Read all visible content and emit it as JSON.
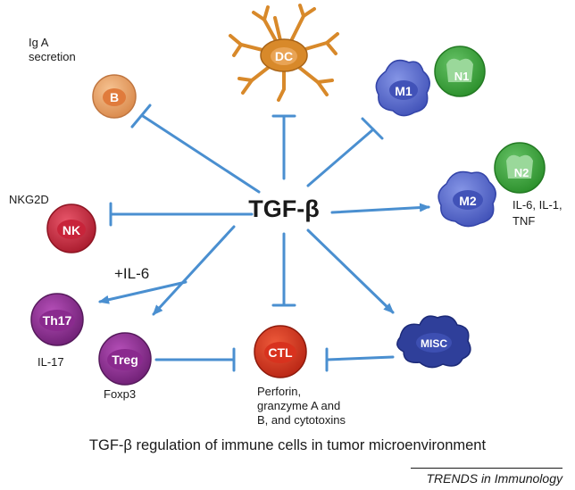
{
  "center_label": "TGF-β",
  "cells": {
    "b": "B",
    "dc": "DC",
    "m1": "M1",
    "n1": "N1",
    "m2": "M2",
    "n2": "N2",
    "nk": "NK",
    "th17": "Th17",
    "treg": "Treg",
    "ctl": "CTL",
    "misc": "MISC"
  },
  "annotations": {
    "iga_line1": "Ig A",
    "iga_line2": "secretion",
    "nkg2d": "NKG2D",
    "il6": "+IL-6",
    "il17": "IL-17",
    "foxp3": "Foxp3",
    "cytokines_line1": "IL-6, IL-1,",
    "cytokines_line2": "TNF",
    "ctl_line1": "Perforin,",
    "ctl_line2": "granzyme A and",
    "ctl_line3": "B, and cytotoxins"
  },
  "caption": "TGF-β regulation of immune cells in tumor microenvironment",
  "journal": "TRENDS in Immunology",
  "colors": {
    "arrow": "#4a8fd0",
    "b_cell": "#e39a5e",
    "dc": "#d8892a",
    "macrophage": "#5d6fcf",
    "neutrophil": "#3aa63a",
    "nk": "#c8243a",
    "th17": "#8a2a8e",
    "treg": "#8a2a8e",
    "ctl": "#d8321e",
    "misc": "#2f3f9a"
  }
}
